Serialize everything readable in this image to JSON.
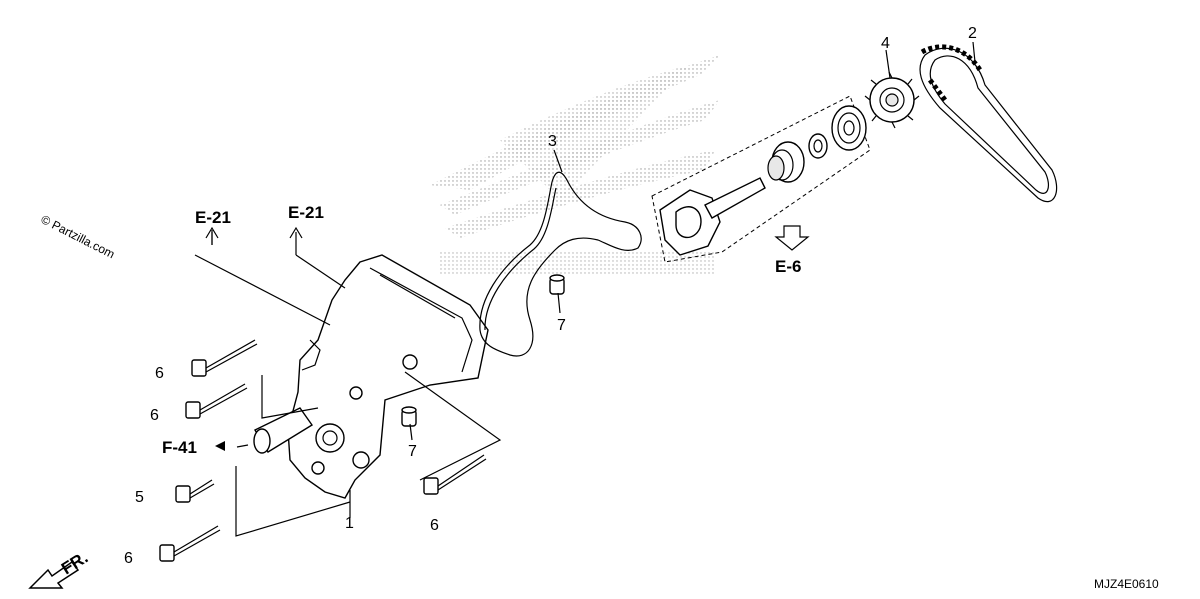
{
  "watermark": {
    "text": "© Partzilla.com"
  },
  "drawing_code": "MJZ4E0610",
  "front_marker": "FR.",
  "references": [
    {
      "id": "ref-e21-left",
      "label": "E-21"
    },
    {
      "id": "ref-e21-right",
      "label": "E-21"
    },
    {
      "id": "ref-e6",
      "label": "E-6"
    },
    {
      "id": "ref-f41",
      "label": "F-41"
    }
  ],
  "callouts": [
    {
      "id": "callout-1",
      "label": "1"
    },
    {
      "id": "callout-2",
      "label": "2"
    },
    {
      "id": "callout-3",
      "label": "3"
    },
    {
      "id": "callout-4",
      "label": "4"
    },
    {
      "id": "callout-5",
      "label": "5"
    },
    {
      "id": "callout-6a",
      "label": "6"
    },
    {
      "id": "callout-6b",
      "label": "6"
    },
    {
      "id": "callout-6c",
      "label": "6"
    },
    {
      "id": "callout-6d",
      "label": "6"
    },
    {
      "id": "callout-7a",
      "label": "7"
    },
    {
      "id": "callout-7b",
      "label": "7"
    }
  ]
}
